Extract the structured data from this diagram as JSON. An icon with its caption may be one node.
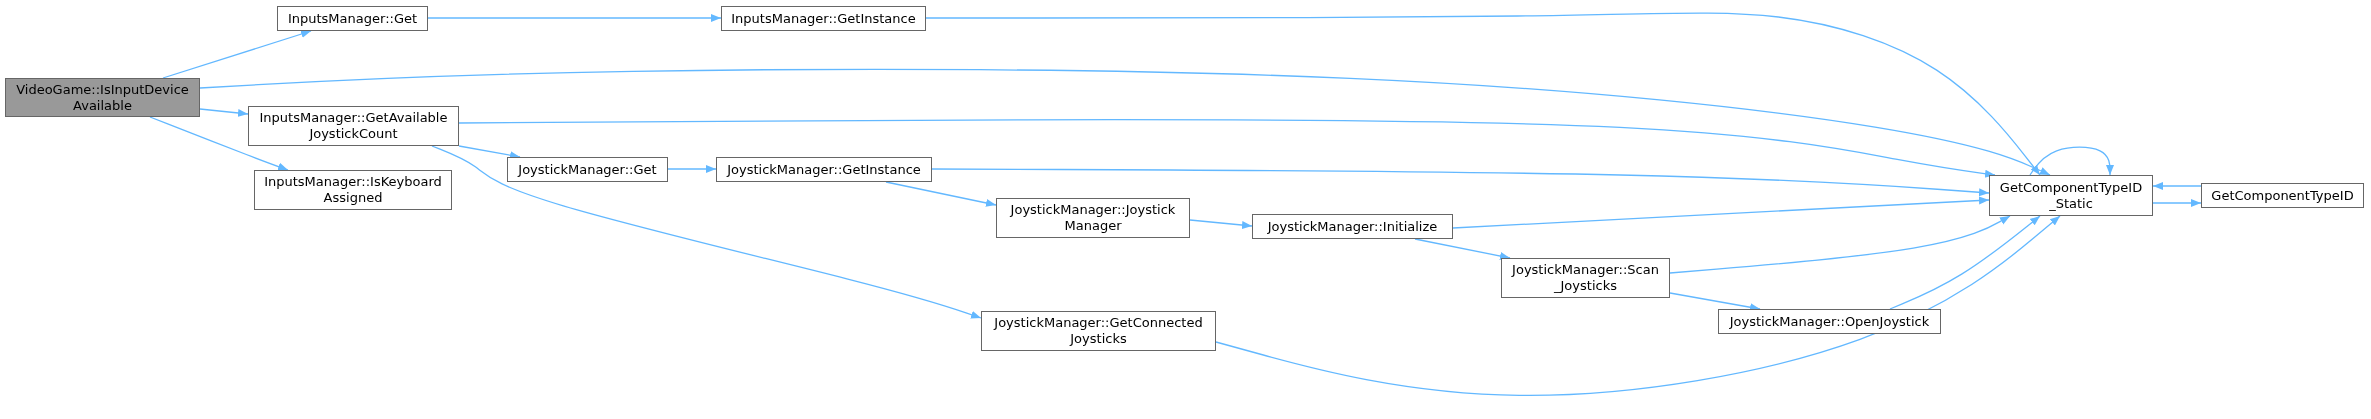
{
  "diagram": {
    "nodes": [
      {
        "text": [
          "VideoGame::IsInputDevice Available"
        ]
      },
      {
        "text": [
          "InputsManager::Get"
        ]
      },
      {
        "text": [
          "InputsManager::GetInstance"
        ]
      },
      {
        "text": [
          "InputsManager::GetAvailable JoystickCount"
        ]
      },
      {
        "text": [
          "InputsManager::IsKeyboard Assigned"
        ]
      },
      {
        "text": [
          "JoystickManager::Get"
        ]
      },
      {
        "text": [
          "JoystickManager::GetInstance"
        ]
      },
      {
        "text": [
          "JoystickManager::Joystick Manager"
        ]
      },
      {
        "text": [
          "JoystickManager::GetConnected Joysticks"
        ]
      },
      {
        "text": [
          "JoystickManager::Initialize"
        ]
      },
      {
        "text": [
          "JoystickManager::Scan _Joysticks"
        ]
      },
      {
        "text": [
          "JoystickManager::OpenJoystick"
        ]
      },
      {
        "text": [
          "GetComponentTypeID _Static"
        ]
      },
      {
        "text": [
          "GetComponentTypeID"
        ]
      }
    ],
    "edges": [
      {
        "from": 0,
        "to": 1,
        "arrow": "to"
      },
      {
        "from": 0,
        "to": 12,
        "arrow": "to"
      },
      {
        "from": 0,
        "to": 3,
        "arrow": "to"
      },
      {
        "from": 0,
        "to": 4,
        "arrow": "to"
      },
      {
        "from": 1,
        "to": 2,
        "arrow": "to"
      },
      {
        "from": 2,
        "to": 12,
        "arrow": "to"
      },
      {
        "from": 3,
        "to": 12,
        "arrow": "to"
      },
      {
        "from": 3,
        "to": 5,
        "arrow": "to"
      },
      {
        "from": 3,
        "to": 8,
        "arrow": "to"
      },
      {
        "from": 5,
        "to": 6,
        "arrow": "to"
      },
      {
        "from": 6,
        "to": 12,
        "arrow": "to"
      },
      {
        "from": 6,
        "to": 7,
        "arrow": "to"
      },
      {
        "from": 7,
        "to": 9,
        "arrow": "to"
      },
      {
        "from": 9,
        "to": 12,
        "arrow": "to"
      },
      {
        "from": 9,
        "to": 10,
        "arrow": "to"
      },
      {
        "from": 10,
        "to": 12,
        "arrow": "to"
      },
      {
        "from": 10,
        "to": 11,
        "arrow": "to"
      },
      {
        "from": 11,
        "to": 12,
        "arrow": "to"
      },
      {
        "from": 8,
        "to": 12,
        "arrow": "to"
      },
      {
        "from": 12,
        "to": 12,
        "arrow": "to"
      },
      {
        "from": 12,
        "to": 13,
        "arrow": "to"
      },
      {
        "from": 13,
        "to": 12,
        "arrow": "to"
      }
    ]
  }
}
